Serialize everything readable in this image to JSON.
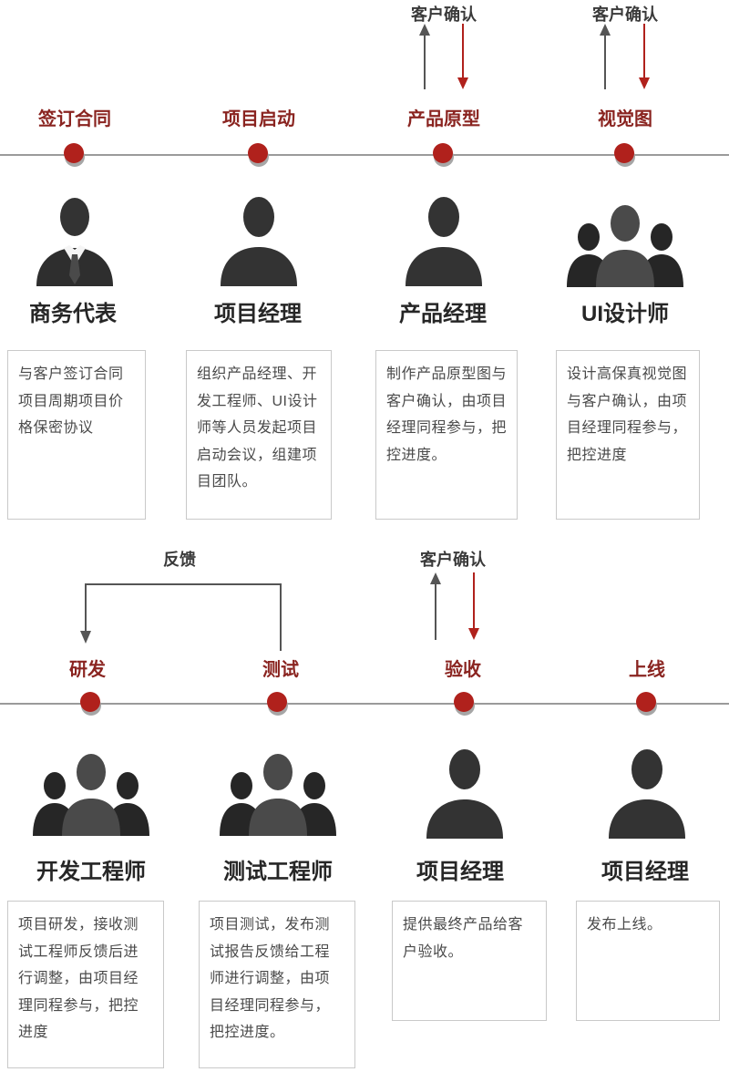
{
  "colors": {
    "accent_red": "#b0211c",
    "title_red": "#8a2420",
    "arrow_gray": "#555555",
    "line_gray": "#9a9a9a",
    "text_gray": "#4a4a4a"
  },
  "annotations": {
    "customer_confirm": "客户确认",
    "feedback": "反馈"
  },
  "top_row": {
    "stages": [
      {
        "title": "签订合同",
        "role": "商务代表",
        "avatar": "person-suit-icon",
        "desc": "与客户签订合同项目周期项目价格保密协议"
      },
      {
        "title": "项目启动",
        "role": "项目经理",
        "avatar": "person-icon",
        "desc": "组织产品经理、开发工程师、UI设计师等人员发起项目启动会议，组建项目团队。"
      },
      {
        "title": "产品原型",
        "role": "产品经理",
        "avatar": "person-icon",
        "desc": "制作产品原型图与客户确认，由项目经理同程参与，把控进度。"
      },
      {
        "title": "视觉图",
        "role": "UI设计师",
        "avatar": "team-icon",
        "desc": "设计高保真视觉图与客户确认，由项目经理同程参与，把控进度"
      }
    ]
  },
  "bottom_row": {
    "stages": [
      {
        "title": "研发",
        "role": "开发工程师",
        "avatar": "team-icon",
        "desc": "项目研发，接收测试工程师反馈后进行调整，由项目经理同程参与，把控进度"
      },
      {
        "title": "测试",
        "role": "测试工程师",
        "avatar": "team-icon",
        "desc": "项目测试，发布测试报告反馈给工程师进行调整，由项目经理同程参与，把控进度。"
      },
      {
        "title": "验收",
        "role": "项目经理",
        "avatar": "person-icon",
        "desc": "提供最终产品给客户验收。"
      },
      {
        "title": "上线",
        "role": "项目经理",
        "avatar": "person-icon",
        "desc": "发布上线。"
      }
    ]
  }
}
